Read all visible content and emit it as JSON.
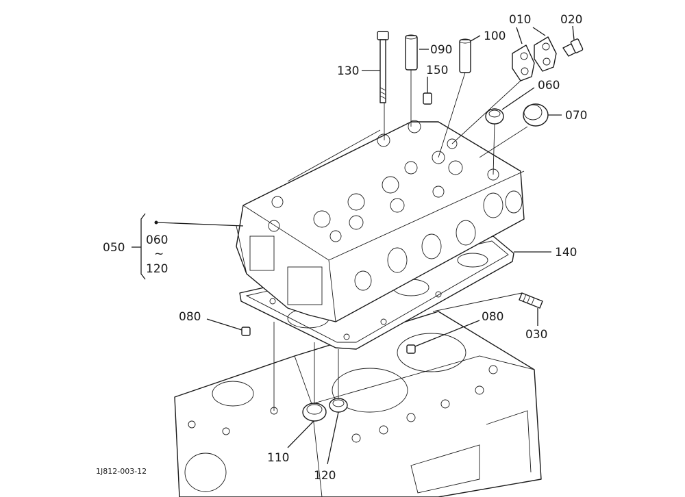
{
  "labels": {
    "l010": "010",
    "l020": "020",
    "l030": "030",
    "l050": "050",
    "l060": "060",
    "l060b": "060",
    "l070": "070",
    "l080a": "080",
    "l080b": "080",
    "l090": "090",
    "l100": "100",
    "l110": "110",
    "l120": "120",
    "l120b": "120",
    "l130": "130",
    "l140": "140",
    "l150": "150",
    "tilde": "~"
  },
  "drawing_code": "1J812-003-12"
}
